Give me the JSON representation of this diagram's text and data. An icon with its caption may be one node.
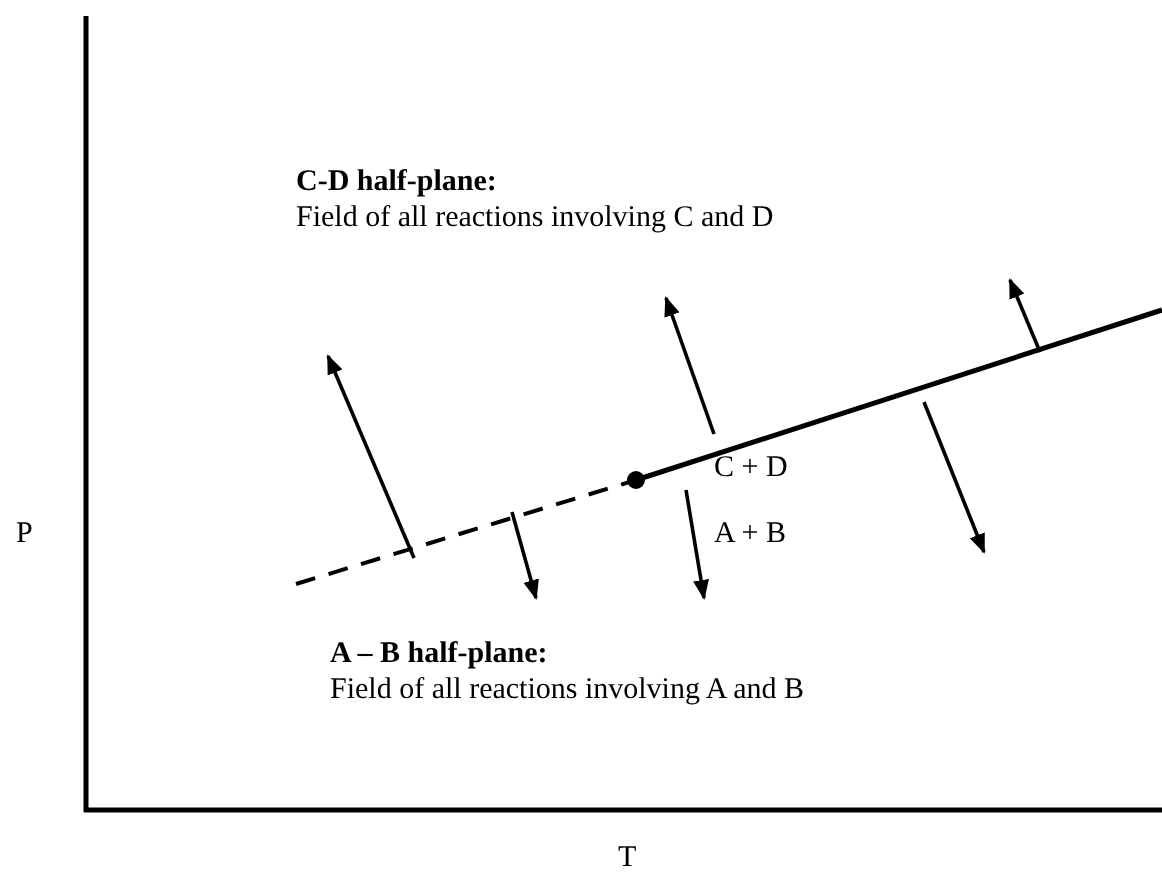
{
  "diagram": {
    "labels": [
      "C-D half-plane:",
      "Field of all reactions involving C and D",
      "P",
      "C + D",
      "A + B",
      "A – B half-plane:",
      "Field of all reactions involving A and B",
      "T"
    ]
  }
}
